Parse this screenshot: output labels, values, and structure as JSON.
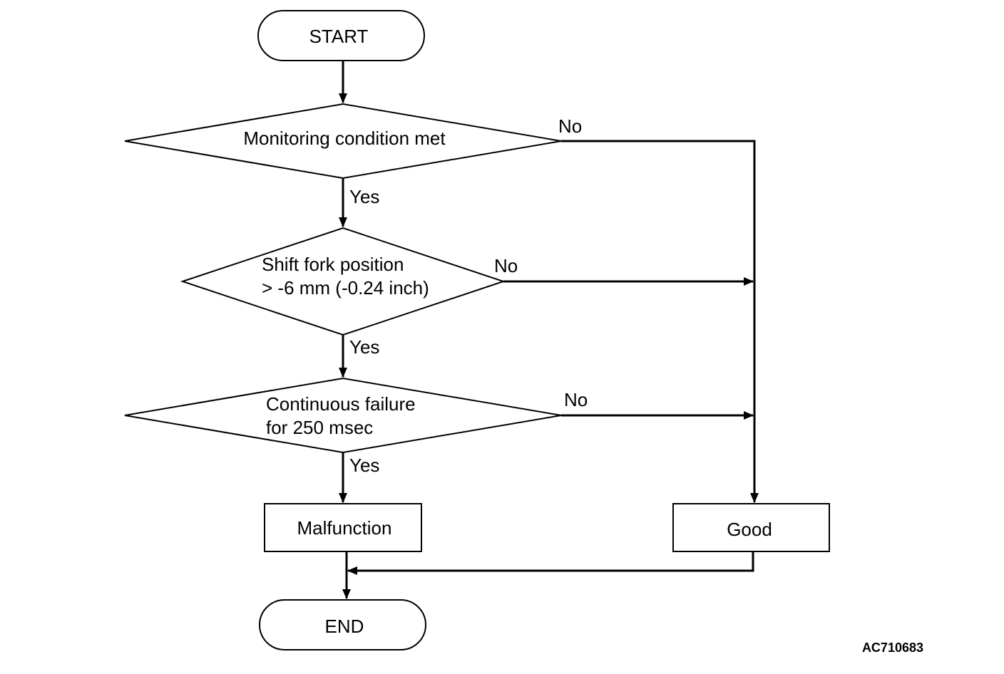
{
  "flowchart": {
    "start": "START",
    "end": "END",
    "decisions": [
      {
        "lines": [
          "Monitoring condition met"
        ],
        "yes": "Yes",
        "no": "No"
      },
      {
        "lines": [
          "Shift fork position",
          "> -6 mm (-0.24 inch)"
        ],
        "yes": "Yes",
        "no": "No"
      },
      {
        "lines": [
          "Continuous failure",
          "for 250 msec"
        ],
        "yes": "Yes",
        "no": "No"
      }
    ],
    "malfunction": "Malfunction",
    "good": "Good"
  },
  "figure_code": "AC710683"
}
